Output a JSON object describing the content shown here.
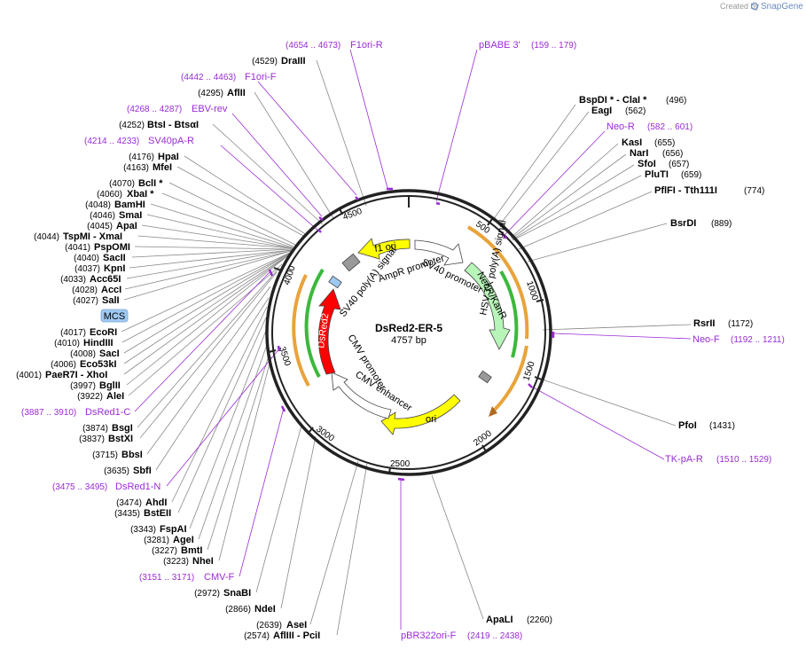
{
  "brand": {
    "created_by": "Created by",
    "app": "SnapGene"
  },
  "plasmid": {
    "name": "DsRed2-ER-5",
    "size": "4757 bp"
  },
  "ticks": [
    "500",
    "1000",
    "1500",
    "2000",
    "2500",
    "3000",
    "3500",
    "4000",
    "4500"
  ],
  "features": {
    "f1_ori": "f1 ori",
    "sv40_promoter": "SV40 promoter",
    "neo": "NeoR/KanR",
    "hsv_polya": "HSV TK poly(A) signal",
    "ori": "ori",
    "cmv_enhancer": "CMV enhancer",
    "cmv_promoter": "CMV promoter",
    "dsred2": "DsRed2",
    "sv40_polya": "SV40 poly(A) signal",
    "ampr_promoter": "AmpR promoter",
    "mcs": "MCS"
  },
  "sites_left": [
    {
      "pos": "(4529)",
      "name": "DraIII"
    },
    {
      "pos": "(4295)",
      "name": "AflII"
    },
    {
      "pos": "(4252)",
      "name": "BtsI  - BtsαI"
    },
    {
      "pos": "(4176)",
      "name": "HpaI"
    },
    {
      "pos": "(4163)",
      "name": "MfeI"
    },
    {
      "pos": "(4070)",
      "name": "BclI *"
    },
    {
      "pos": "(4060)",
      "name": "XbaI *"
    },
    {
      "pos": "(4048)",
      "name": "BamHI"
    },
    {
      "pos": "(4046)",
      "name": "SmaI"
    },
    {
      "pos": "(4045)",
      "name": "ApaI"
    },
    {
      "pos": "(4044)",
      "name": "TspMI  - XmaI"
    },
    {
      "pos": "(4041)",
      "name": "PspOMI"
    },
    {
      "pos": "(4040)",
      "name": "SacII"
    },
    {
      "pos": "(4037)",
      "name": "KpnI"
    },
    {
      "pos": "(4033)",
      "name": "Acc65I"
    },
    {
      "pos": "(4028)",
      "name": "AccI"
    },
    {
      "pos": "(4027)",
      "name": "SalI"
    },
    {
      "pos": "(4017)",
      "name": "EcoRI"
    },
    {
      "pos": "(4010)",
      "name": "HindIII"
    },
    {
      "pos": "(4008)",
      "name": "SacI"
    },
    {
      "pos": "(4006)",
      "name": "Eco53kI"
    },
    {
      "pos": "(4001)",
      "name": "PaeR7I  - XhoI"
    },
    {
      "pos": "(3997)",
      "name": "BglII"
    },
    {
      "pos": "(3922)",
      "name": "AleI"
    },
    {
      "pos": "(3874)",
      "name": "BsgI"
    },
    {
      "pos": "(3837)",
      "name": "BstXI"
    },
    {
      "pos": "(3715)",
      "name": "BbsI"
    },
    {
      "pos": "(3635)",
      "name": "SbfI"
    },
    {
      "pos": "(3474)",
      "name": "AhdI"
    },
    {
      "pos": "(3435)",
      "name": "BstEII"
    },
    {
      "pos": "(3343)",
      "name": "FspAI"
    },
    {
      "pos": "(3281)",
      "name": "AgeI"
    },
    {
      "pos": "(3227)",
      "name": "BmtI"
    },
    {
      "pos": "(3223)",
      "name": "NheI"
    },
    {
      "pos": "(2972)",
      "name": "SnaBI"
    },
    {
      "pos": "(2866)",
      "name": "NdeI"
    },
    {
      "pos": "(2639)",
      "name": "AseI"
    },
    {
      "pos": "(2574)",
      "name": "AflIII  - PciI"
    }
  ],
  "sites_right": [
    {
      "pos": "(496)",
      "name": "BspDI *  - ClaI *"
    },
    {
      "pos": "(562)",
      "name": "EagI"
    },
    {
      "pos": "(655)",
      "name": "KasI"
    },
    {
      "pos": "(656)",
      "name": "NarI"
    },
    {
      "pos": "(657)",
      "name": "SfoI"
    },
    {
      "pos": "(659)",
      "name": "PluTI"
    },
    {
      "pos": "(774)",
      "name": "PflFI  - Tth111I"
    },
    {
      "pos": "(889)",
      "name": "BsrDI"
    },
    {
      "pos": "(1172)",
      "name": "RsrII"
    },
    {
      "pos": "(1431)",
      "name": "PfoI"
    },
    {
      "pos": "(2260)",
      "name": "ApaLI"
    }
  ],
  "primers": [
    {
      "name": "F1ori-R",
      "range": "(4654 .. 4673)"
    },
    {
      "name": "pBABE 3'",
      "range": "(159 .. 179)"
    },
    {
      "name": "F1ori-F",
      "range": "(4442 .. 4463)"
    },
    {
      "name": "EBV-rev",
      "range": "(4268 .. 4287)"
    },
    {
      "name": "SV40pA-R",
      "range": "(4214 .. 4233)"
    },
    {
      "name": "Neo-R",
      "range": "(582 .. 601)"
    },
    {
      "name": "Neo-F",
      "range": "(1192 .. 1211)"
    },
    {
      "name": "TK-pA-R",
      "range": "(1510 .. 1529)"
    },
    {
      "name": "DsRed1-C",
      "range": "(3887 .. 3910)"
    },
    {
      "name": "DsRed1-N",
      "range": "(3475 .. 3495)"
    },
    {
      "name": "CMV-F",
      "range": "(3151 .. 3171)"
    },
    {
      "name": "pBR322ori-F",
      "range": "(2419 .. 2438)"
    }
  ],
  "colors": {
    "primer": "#9a2bd6",
    "f1ori": "#ffff00",
    "ori": "#ffff00",
    "dsred": "#ff0000",
    "neo": "#b8f5b8",
    "orange": "#e8a33a",
    "green": "#3cb83c",
    "mcs": "#9ec9f2",
    "grey": "#999999"
  }
}
